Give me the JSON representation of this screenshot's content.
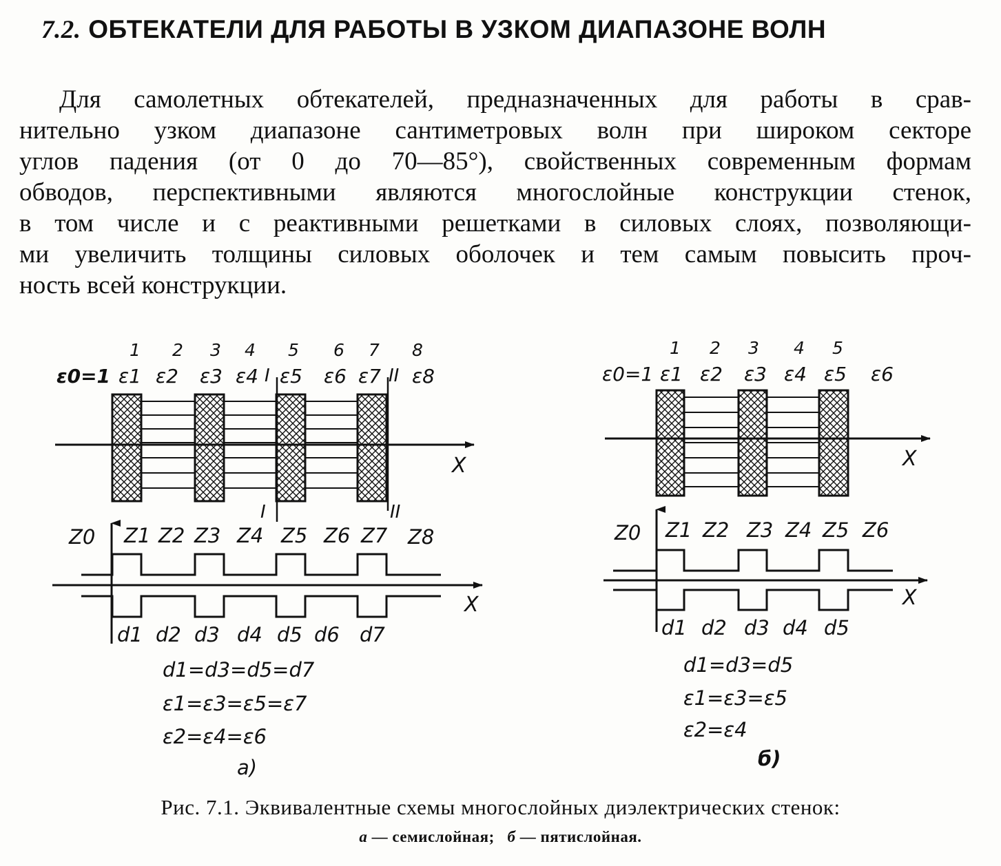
{
  "heading": {
    "number": "7.2.",
    "title": "ОБТЕКАТЕЛИ ДЛЯ РАБОТЫ В УЗКОМ ДИАПАЗОНЕ ВОЛН"
  },
  "paragraph": [
    "Для самолетных обтекателей, предназначенных для работы в срав-",
    "нительно узком диапазоне сантиметровых волн  при широком секторе",
    "углов падения (от 0 до 70—85°), свойственных современным формам",
    "обводов, перспективными являются многослойные конструкции стенок,",
    "в том числе и с реактивными решетками в силовых слоях, позволяющи-",
    "ми увеличить толщины силовых оболочек и тем самым повысить проч-",
    "ность всей конструкции."
  ],
  "figure_a": {
    "layer_numbers": [
      "1",
      "2",
      "3",
      "4",
      "5",
      "6",
      "7",
      "8"
    ],
    "eps0": "ε0=1",
    "eps": [
      "ε1",
      "ε2",
      "ε3",
      "ε4",
      "ε5",
      "ε6",
      "ε7",
      "ε8"
    ],
    "sec_I": "I",
    "sec_II": "II",
    "axis": "X",
    "z0": "Z0",
    "z": [
      "Z1",
      "Z2",
      "Z3",
      "Z4",
      "Z5",
      "Z6",
      "Z7",
      "Z8"
    ],
    "d": [
      "d1",
      "d2",
      "d3",
      "d4",
      "d5",
      "d6",
      "d7"
    ],
    "rel1": "d1=d3=d5=d7",
    "rel2": "ε1=ε3=ε5=ε7",
    "rel3": "ε2=ε4=ε6",
    "letter": "а)"
  },
  "figure_b": {
    "layer_numbers": [
      "1",
      "2",
      "3",
      "4",
      "5"
    ],
    "eps0": "ε0=1",
    "eps": [
      "ε1",
      "ε2",
      "ε3",
      "ε4",
      "ε5",
      "ε6"
    ],
    "axis": "X",
    "z0": "Z0",
    "z": [
      "Z1",
      "Z2",
      "Z3",
      "Z4",
      "Z5",
      "Z6"
    ],
    "d": [
      "d1",
      "d2",
      "d3",
      "d4",
      "d5"
    ],
    "rel1": "d1=d3=d5",
    "rel2": "ε1=ε3=ε5",
    "rel3": "ε2=ε4",
    "letter": "б)"
  },
  "caption": {
    "main": "Рис. 7.1. Эквивалентные схемы многослойных диэлектрических стенок:",
    "a_label": "а",
    "a_text": " — семислойная;",
    "b_label": "б",
    "b_text": " — пятислойная."
  }
}
